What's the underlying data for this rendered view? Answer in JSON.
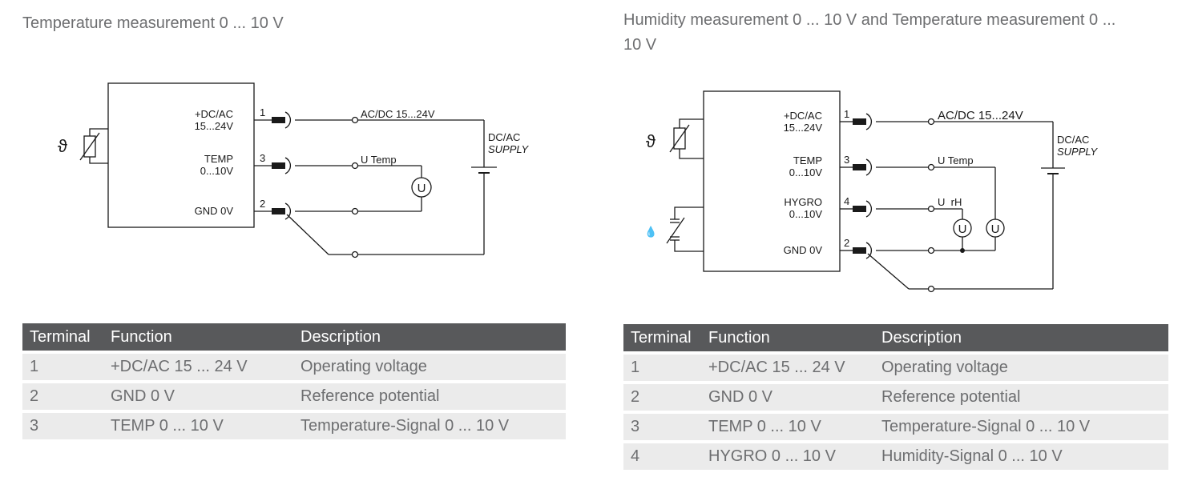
{
  "left": {
    "title": "Temperature measurement 0 ... 10 V",
    "diagram": {
      "thermistor_symbol": "ϑ",
      "terminals": [
        {
          "label_line1": "+DC/AC",
          "label_line2": "15...24V",
          "number": "1"
        },
        {
          "label_line1": "TEMP",
          "label_line2": "0...10V",
          "number": "3"
        },
        {
          "label_line1": "GND 0V",
          "label_line2": "",
          "number": "2"
        }
      ],
      "supply_wire_label": "AC/DC 15...24V",
      "temp_wire_label": "U Temp",
      "meter_symbol": "U",
      "supply_label_line1": "DC/AC",
      "supply_label_line2": "SUPPLY"
    },
    "table": {
      "headers": [
        "Terminal",
        "Function",
        "Description"
      ],
      "rows": [
        [
          "1",
          "+DC/AC 15 ... 24 V",
          "Operating voltage"
        ],
        [
          "2",
          "GND 0 V",
          "Reference potential"
        ],
        [
          "3",
          "TEMP 0 ... 10 V",
          "Temperature-Signal 0 ... 10 V"
        ]
      ]
    }
  },
  "right": {
    "title": "Humidity measurement 0 ... 10 V and Temperature measurement 0 ... 10 V",
    "diagram": {
      "thermistor_symbol": "ϑ",
      "humidity_symbol": "💧",
      "terminals": [
        {
          "label_line1": "+DC/AC",
          "label_line2": "15...24V",
          "number": "1"
        },
        {
          "label_line1": "TEMP",
          "label_line2": "0...10V",
          "number": "3"
        },
        {
          "label_line1": "HYGRO",
          "label_line2": "0...10V",
          "number": "4"
        },
        {
          "label_line1": "GND 0V",
          "label_line2": "",
          "number": "2"
        }
      ],
      "supply_wire_label": "AC/DC 15...24V",
      "temp_wire_label": "U Temp",
      "hygro_wire_label": "U  rH",
      "meter_symbol": "U",
      "supply_label_line1": "DC/AC",
      "supply_label_line2": "SUPPLY"
    },
    "table": {
      "headers": [
        "Terminal",
        "Function",
        "Description"
      ],
      "rows": [
        [
          "1",
          "+DC/AC 15 ... 24 V",
          "Operating voltage"
        ],
        [
          "2",
          "GND 0 V",
          "Reference potential"
        ],
        [
          "3",
          "TEMP 0 ... 10 V",
          "Temperature-Signal 0 ... 10 V"
        ],
        [
          "4",
          "HYGRO 0 ... 10 V",
          "Humidity-Signal 0 ... 10 V"
        ]
      ]
    }
  }
}
